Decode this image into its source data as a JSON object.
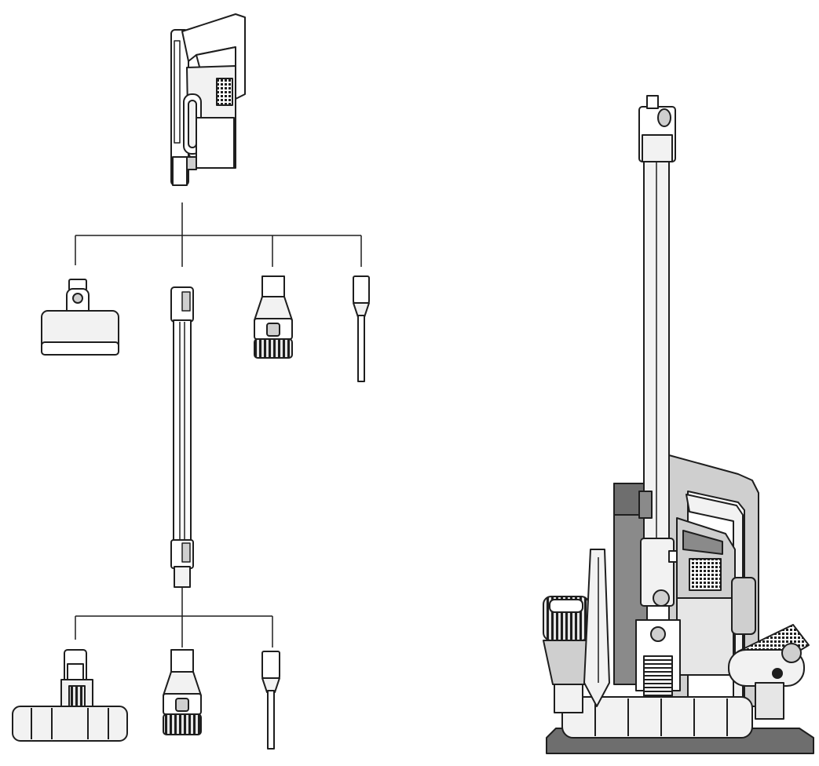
{
  "diagram": {
    "style": {
      "line": "#1e1e1e",
      "fill_light": "#f2f2f2",
      "fill_mid": "#cfcfcf",
      "fill_dark": "#8a8a8a",
      "fill_base": "#6e6e6e",
      "fill_white": "#ffffff"
    },
    "components": [
      {
        "id": "handheld-unit",
        "icon": "handheld-vacuum-icon"
      },
      {
        "id": "mini-motorized-brush",
        "icon": "mini-brush-icon"
      },
      {
        "id": "extension-tube",
        "icon": "tube-icon"
      },
      {
        "id": "dusting-brush",
        "icon": "round-brush-icon"
      },
      {
        "id": "crevice-tool",
        "icon": "crevice-tool-icon"
      },
      {
        "id": "floor-brush-head",
        "icon": "floor-head-icon"
      },
      {
        "id": "dusting-brush-2",
        "icon": "round-brush-icon"
      },
      {
        "id": "crevice-tool-2",
        "icon": "crevice-tool-icon"
      },
      {
        "id": "assembled-vacuum-on-stand",
        "icon": "docked-vacuum-icon"
      }
    ]
  }
}
